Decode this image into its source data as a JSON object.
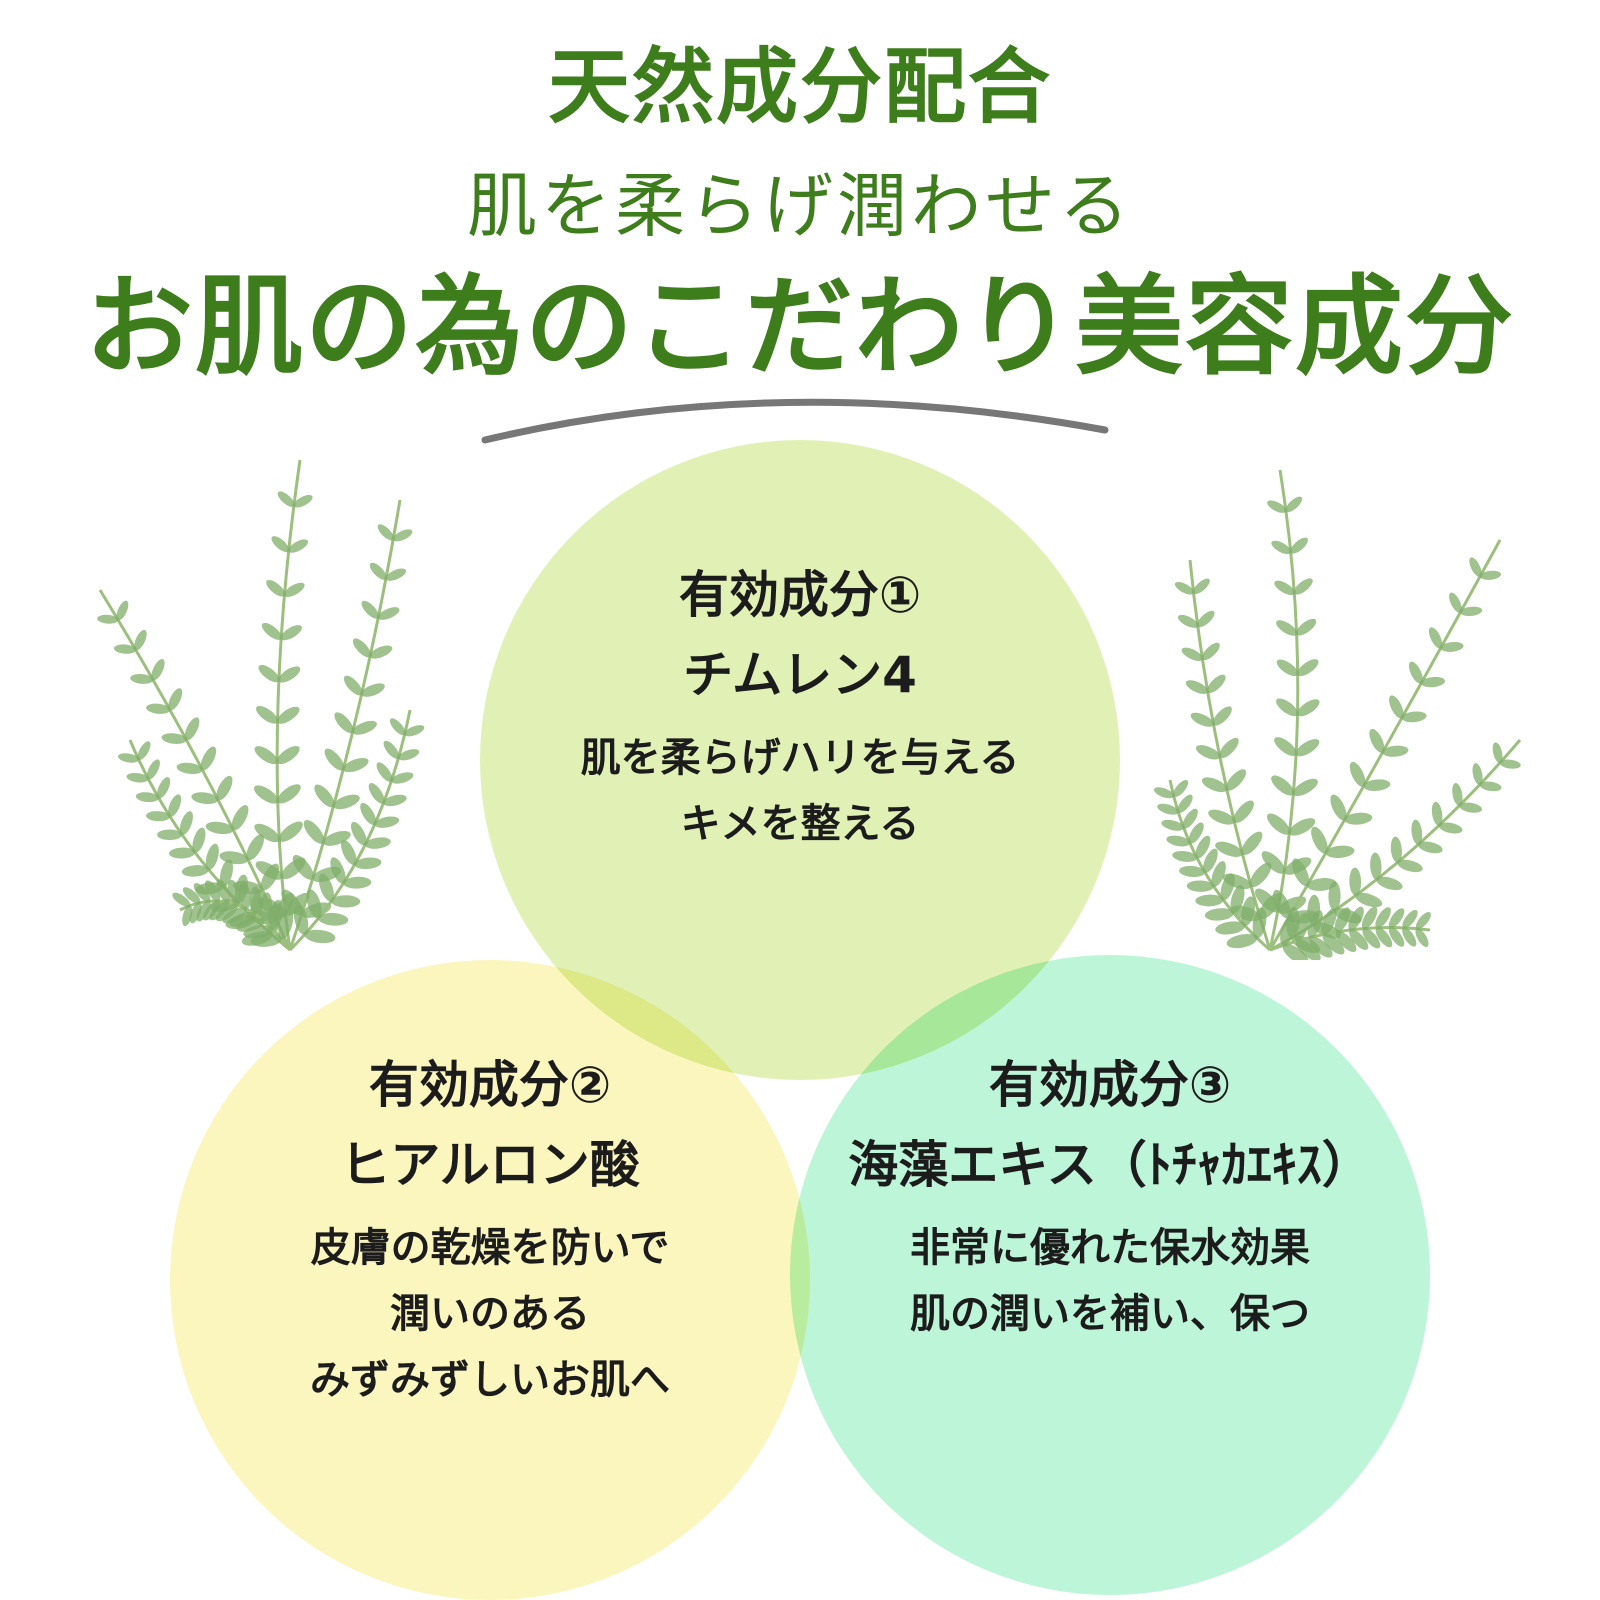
{
  "header": {
    "line1": "天然成分配合",
    "line2": "肌を柔らげ潤わせる",
    "line3": "お肌の為のこだわり美容成分"
  },
  "colors": {
    "headline": "#3e7d1b",
    "circle1": "#e1f1b6",
    "circle2": "#fbf6bd",
    "circle3": "#bdf5d8",
    "plant": "#7fae6a"
  },
  "ingredients": [
    {
      "title": "有効成分①",
      "name": "チムレン4",
      "desc": [
        "肌を柔らげハリを与える",
        "キメを整える"
      ]
    },
    {
      "title": "有効成分②",
      "name": "ヒアルロン酸",
      "desc": [
        "皮膚の乾燥を防いで",
        "潤いのある",
        "みずみずしいお肌へ"
      ]
    },
    {
      "title": "有効成分③",
      "name": "海藻エキス（ﾄﾁｬｶｴｷｽ）",
      "desc": [
        "非常に優れた保水効果",
        "肌の潤いを補い、保つ"
      ]
    }
  ]
}
